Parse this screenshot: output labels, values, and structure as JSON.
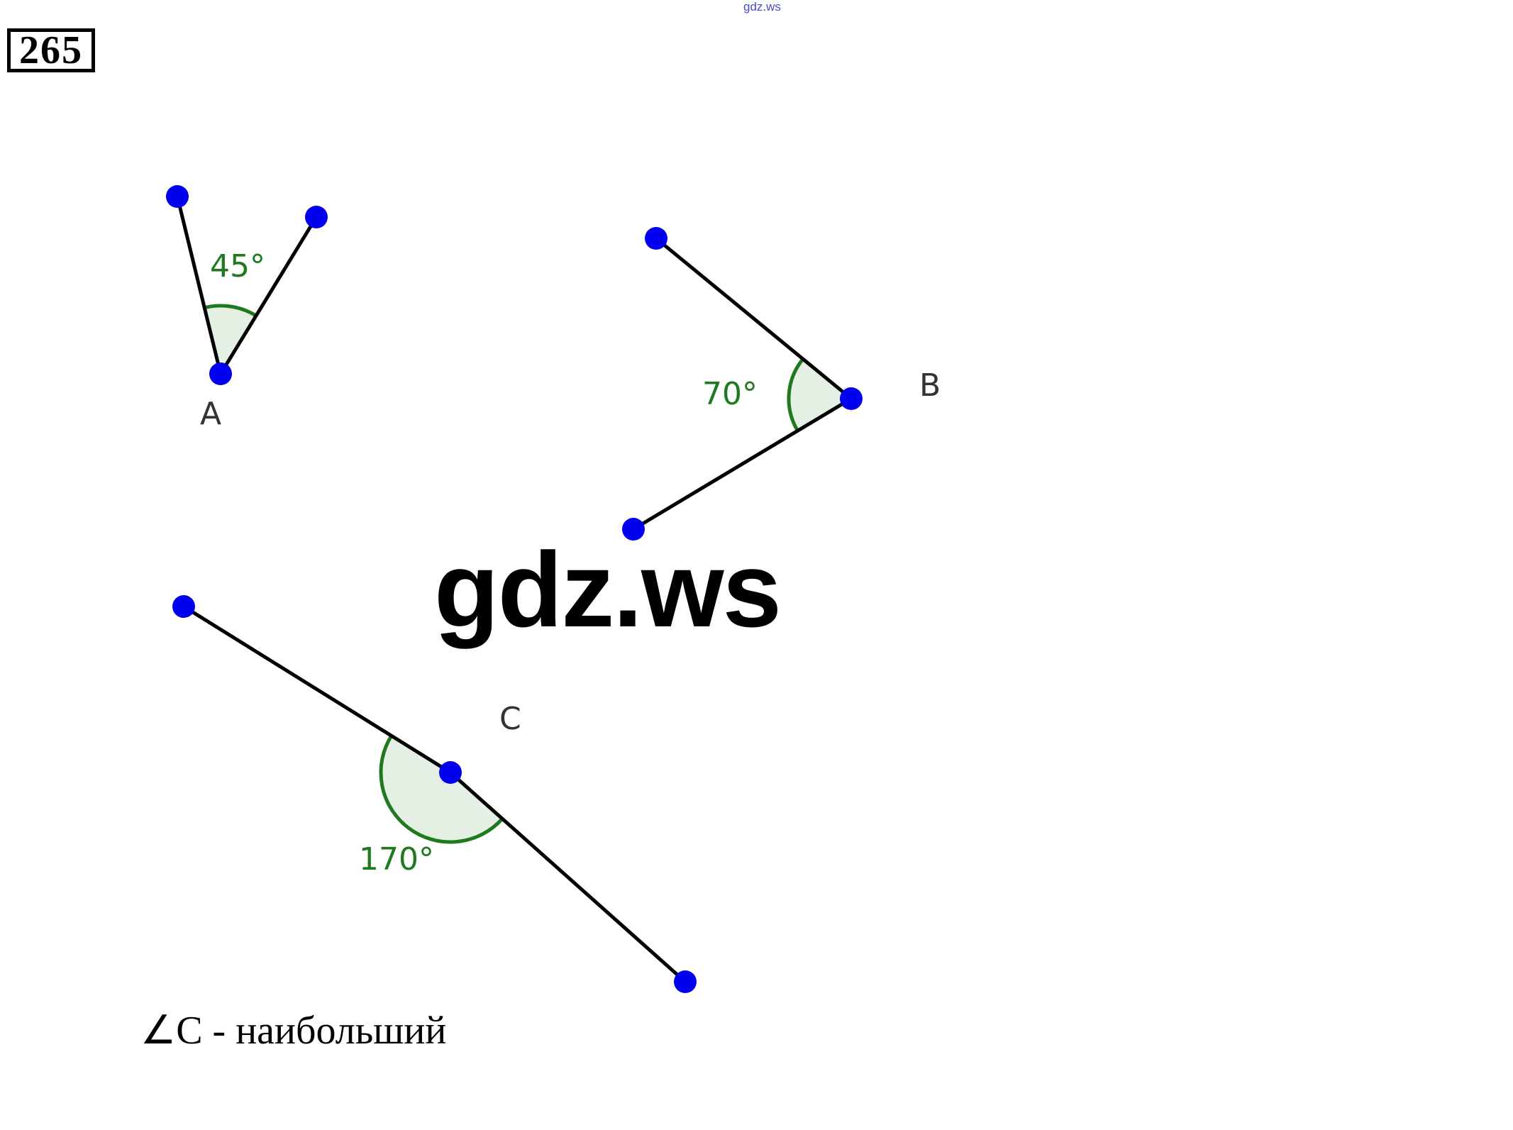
{
  "problem_number": "265",
  "watermark_small": "gdz.ws",
  "watermark": "gdz.ws",
  "angles": [
    {
      "name": "A",
      "degrees_label": "45°",
      "degrees": 45
    },
    {
      "name": "B",
      "degrees_label": "70°",
      "degrees": 70
    },
    {
      "name": "C",
      "degrees_label": "170°",
      "degrees": 170
    }
  ],
  "answer": "∠C - наибольший",
  "colors": {
    "point": "#0000ee",
    "arc": "#1f7a1f",
    "arc_fill": "#e4f0e4",
    "segment": "#000000"
  }
}
